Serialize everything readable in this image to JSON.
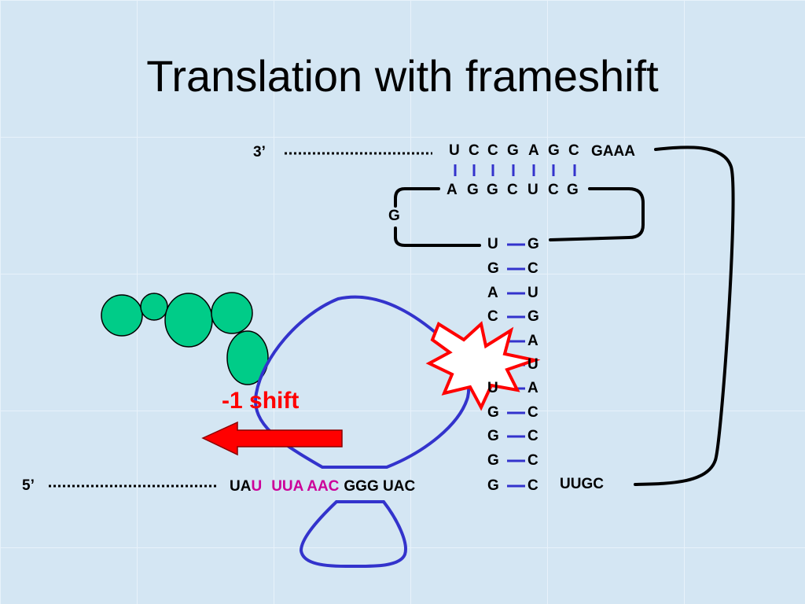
{
  "slide": {
    "title": "Translation with frameshift",
    "colors": {
      "background": "#d4e6f3",
      "ribosome_loop": "#3333cc",
      "base_pair": "#3333cc",
      "peptide": "#00cc88",
      "arrow": "#ff0000",
      "shifted_codons": "#cc0099"
    },
    "three_prime_label": "3’",
    "five_prime_label": "5’",
    "top_strand": [
      "U",
      "C",
      "C",
      "G",
      "A",
      "G",
      "C"
    ],
    "gaaa": "GAAA",
    "paired_strand": [
      "A",
      "G",
      "G",
      "C",
      "U",
      "C",
      "G"
    ],
    "bulge_g": "G",
    "stem_left": [
      "U",
      "G",
      "A",
      "C",
      "",
      "",
      "U",
      "G",
      "G",
      "G",
      "G"
    ],
    "stem_right": [
      "G",
      "C",
      "U",
      "G",
      "A",
      "U",
      "A",
      "C",
      "C",
      "C",
      "C"
    ],
    "uugc": "UUGC",
    "shift_label": "-1 shift",
    "mrna": {
      "seg1": "UA",
      "seg2": "U",
      "seg3": "UUA AAC",
      "seg4": "GGG UAC"
    },
    "icons": {
      "arrow": "left-arrow-icon",
      "burst": "starburst-icon"
    }
  }
}
